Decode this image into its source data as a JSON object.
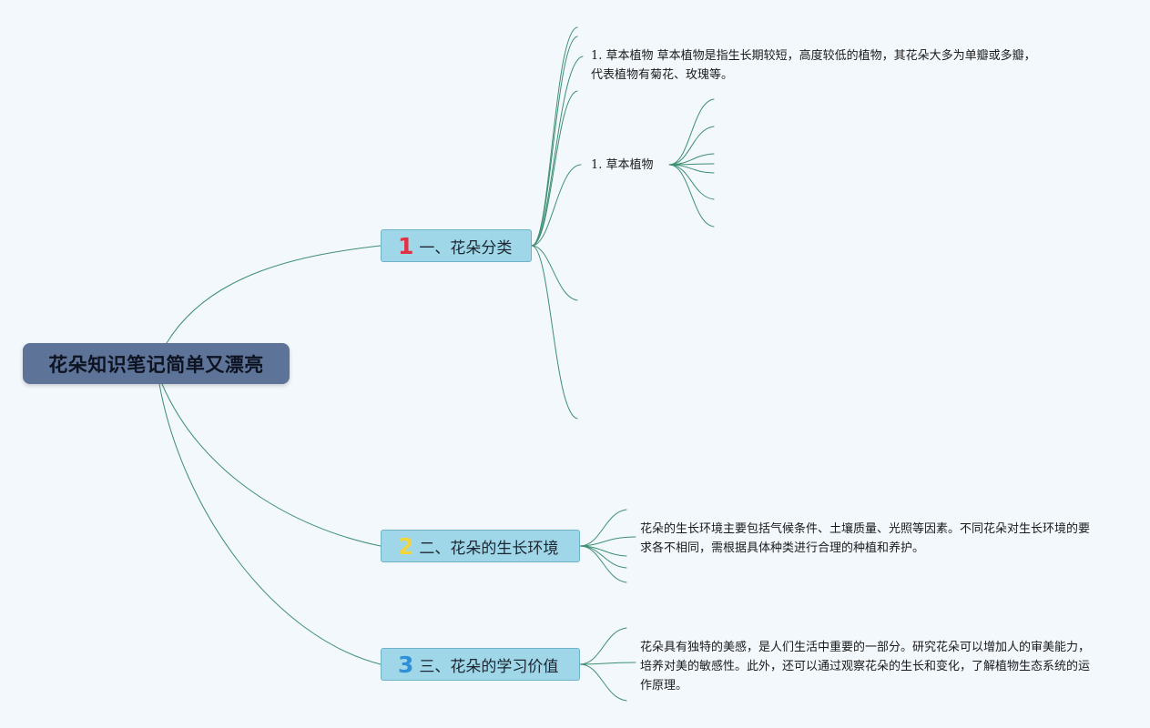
{
  "root": {
    "title": "花朵知识笔记简单又漂亮"
  },
  "topics": [
    {
      "number": "1",
      "label": "一、花朵分类",
      "number_color": "#e03145"
    },
    {
      "number": "2",
      "label": "二、花朵的生长环境",
      "number_color": "#f2d43c"
    },
    {
      "number": "3",
      "label": "三、花朵的学习价值",
      "number_color": "#2f8fd8"
    }
  ],
  "notes": {
    "classification_detail": "1. 草本植物 草本植物是指生长期较短，高度较低的植物，其花朵大多为单瓣或多瓣，代表植物有菊花、玫瑰等。",
    "classification_sub": "1. 草本植物",
    "environment": "花朵的生长环境主要包括气候条件、土壤质量、光照等因素。不同花朵对生长环境的要求各不相同，需根据具体种类进行合理的种植和养护。",
    "value": "花朵具有独特的美感，是人们生活中重要的一部分。研究花朵可以增加人的审美能力，培养对美的敏感性。此外，还可以通过观察花朵的生长和变化，了解植物生态系统的运作原理。"
  },
  "colors": {
    "background": "#f3f8fd",
    "root_fill": "#5d7398",
    "topic_fill": "#9fd7e8",
    "connector": "#3e8f72"
  }
}
